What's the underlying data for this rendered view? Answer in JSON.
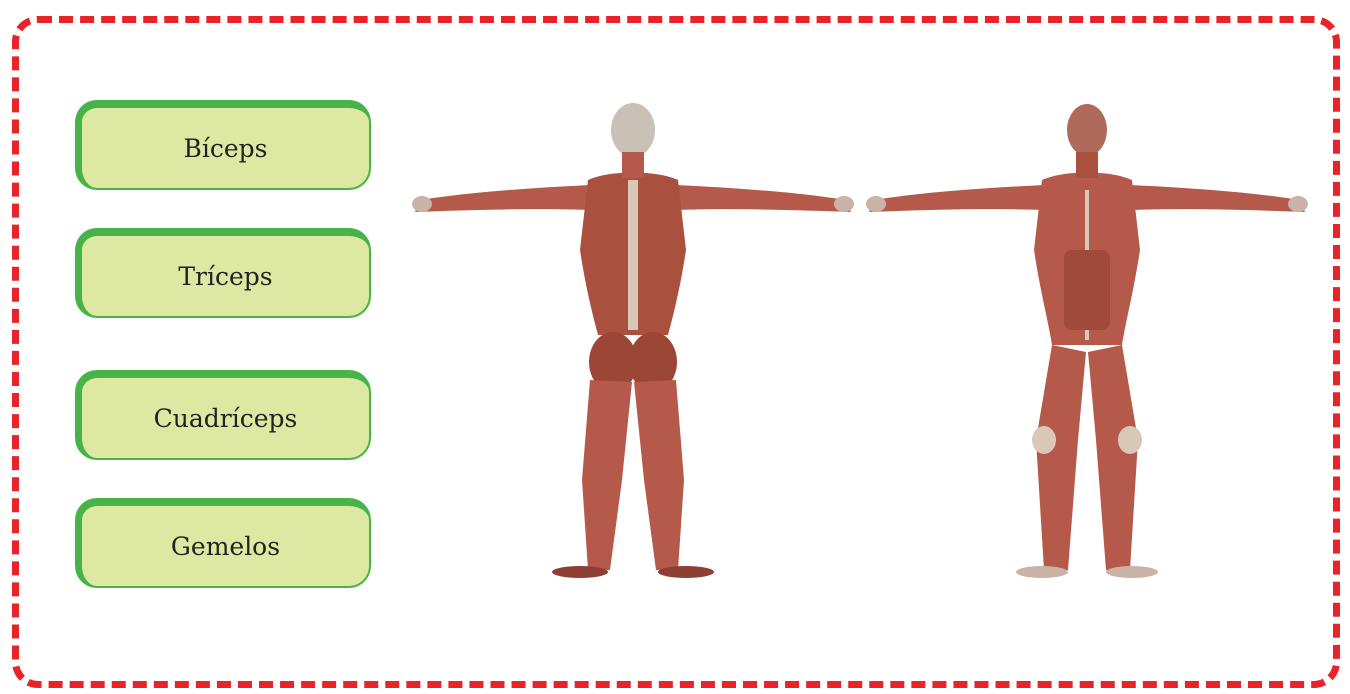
{
  "muscle_labels": [
    {
      "label": "Bíceps"
    },
    {
      "label": "Tríceps"
    },
    {
      "label": "Cuadríceps"
    },
    {
      "label": "Gemelos"
    }
  ],
  "figures": [
    {
      "view": "back",
      "icon": "muscle-anatomy-back-figure"
    },
    {
      "view": "front",
      "icon": "muscle-anatomy-front-figure"
    }
  ],
  "colors": {
    "frame_border": "#e8242a",
    "label_fill": "#dde9a2",
    "label_border": "#46b449",
    "muscle": "#b55a4a",
    "muscle_dark": "#8e3f33",
    "tendon": "#d9c8b8"
  }
}
